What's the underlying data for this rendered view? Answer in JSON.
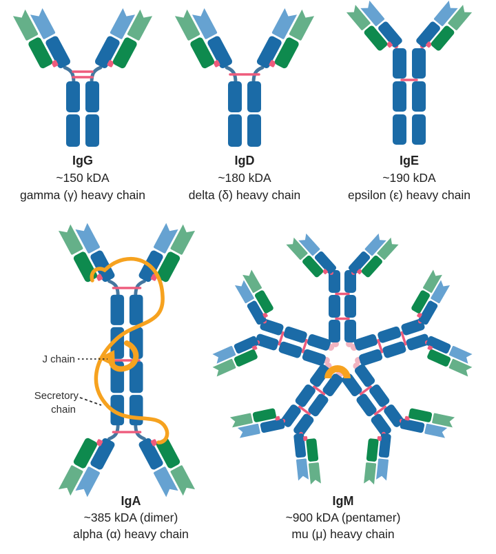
{
  "colors": {
    "heavy_dark_blue": "#1b6ba7",
    "heavy_light_blue": "#66a2d1",
    "light_chain_dark_green": "#0e8a4e",
    "light_chain_light_green": "#65b089",
    "hinge_blue": "#44779f",
    "disulfide_pink": "#ee5b7c",
    "junction_pink": "#f2b4c1",
    "j_chain_orange": "#f6a21f",
    "text_dark": "#222222",
    "annotation_dark": "#2e2e2e",
    "background": "#ffffff"
  },
  "antibodies": {
    "igg": {
      "name": "IgG",
      "mass": "~150 kDA",
      "chain": "gamma (γ) heavy chain"
    },
    "igd": {
      "name": "IgD",
      "mass": "~180 kDA",
      "chain": "delta (δ) heavy chain"
    },
    "ige": {
      "name": "IgE",
      "mass": "~190 kDA",
      "chain": "epsilon (ε) heavy chain"
    },
    "iga": {
      "name": "IgA",
      "mass": "~385 kDA (dimer)",
      "chain": "alpha (α) heavy chain"
    },
    "igm": {
      "name": "IgM",
      "mass": "~900 kDA (pentamer)",
      "chain": "mu (μ) heavy chain"
    }
  },
  "annotations": {
    "j_chain": "J chain",
    "secretory_line1": "Secretory",
    "secretory_line2": "chain"
  }
}
